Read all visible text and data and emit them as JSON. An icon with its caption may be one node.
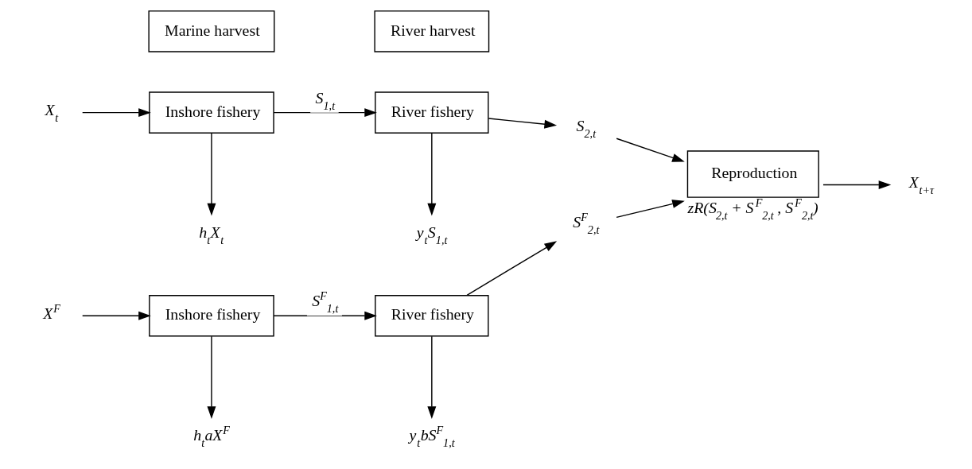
{
  "diagram": {
    "nodes": [
      {
        "text": [
          "X$_{t}$"
        ]
      },
      {
        "text": [
          "Inshore fishery"
        ]
      },
      {
        "text": [
          "River fishery"
        ]
      },
      {
        "text": [
          "S$_{2,t}$"
        ]
      },
      {
        "text": [
          "h$_{t}$X$_{t}$"
        ]
      },
      {
        "text": [
          "y$_{t}$S$_{1,t}$"
        ]
      },
      {
        "text": [
          "Marine harvest"
        ]
      },
      {
        "text": [
          "River harvest"
        ]
      },
      {
        "text": [
          "Reproduction"
        ],
        "beside": [
          "zR(S$_{2,t}$ + S$^{F}$$_{2,t}$ , S$^{F}$$_{2,t}$)"
        ]
      },
      {
        "text": [
          "X$_{t+τ}$"
        ]
      },
      {
        "text": [
          "h$_{t}$aX$^{F}$"
        ]
      },
      {
        "text": [
          "y$_{t}$bS$^{F}$$_{1,t}$"
        ]
      },
      {
        "text": [
          "X$^{F}$"
        ]
      },
      {
        "text": [
          "Inshore fishery"
        ]
      },
      {
        "text": [
          "River fishery"
        ]
      },
      {
        "text": [
          "S$^{F}$$_{2,t}$"
        ]
      }
    ],
    "edges": [
      {
        "from": 0,
        "to": 1,
        "arrow": "to"
      },
      {
        "from": 1,
        "to": 2,
        "arrow": "to",
        "label": "S$_{1,t}$"
      },
      {
        "from": 2,
        "to": 3,
        "arrow": "to"
      },
      {
        "from": 1,
        "to": 4,
        "arrow": "to"
      },
      {
        "from": 2,
        "to": 5,
        "arrow": "to"
      },
      {
        "from": 3,
        "to": 8,
        "arrow": "to"
      },
      {
        "from": 15,
        "to": 8,
        "arrow": "to"
      },
      {
        "from": 8,
        "to": 9,
        "arrow": "to"
      },
      {
        "from": 12,
        "to": 13,
        "arrow": "to"
      },
      {
        "from": 13,
        "to": 14,
        "arrow": "to",
        "label": "S$^{F}$$_{1,t}$"
      },
      {
        "from": 14,
        "to": 15,
        "arrow": "to"
      },
      {
        "from": 13,
        "to": 10,
        "arrow": "to"
      },
      {
        "from": 14,
        "to": 11,
        "arrow": "to"
      }
    ]
  }
}
